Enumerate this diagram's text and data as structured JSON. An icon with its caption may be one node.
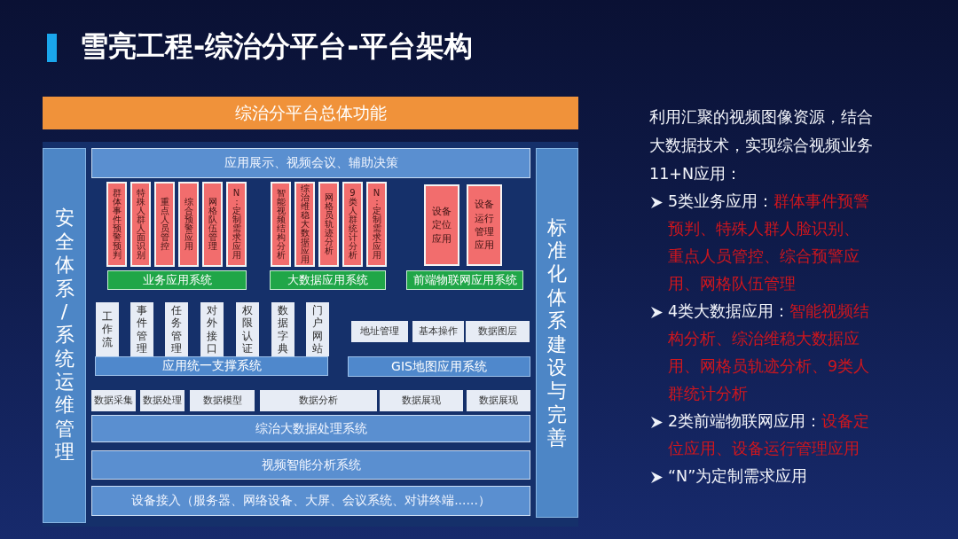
{
  "diagram": {
    "title": "雪亮工程-综治分平台-平台架构",
    "nodes": [
      {
        "text": [
          "综治分平台总体功能"
        ]
      },
      {
        "text": [
          "安全体系/系统运维管理"
        ]
      },
      {
        "text": [
          "应用展示、视频会议、辅助决策"
        ]
      },
      {
        "text": [
          "群体事件预警预判"
        ]
      },
      {
        "text": [
          "特殊人群人面识别"
        ]
      },
      {
        "text": [
          "重点人员管控"
        ]
      },
      {
        "text": [
          "综合预警应用"
        ]
      },
      {
        "text": [
          "网格队伍管理"
        ]
      },
      {
        "text": [
          "N：定制需求应用"
        ]
      },
      {
        "text": [
          "智能视频结构分析"
        ]
      },
      {
        "text": [
          "综治维稳大数据应用"
        ]
      },
      {
        "text": [
          "网格员轨迹分析"
        ]
      },
      {
        "text": [
          "9类人群统计分析"
        ]
      },
      {
        "text": [
          "N：定制需求应用"
        ]
      },
      {
        "text": [
          "设备定位应用"
        ]
      },
      {
        "text": [
          "设备运行管理应用"
        ]
      },
      {
        "text": [
          "业务应用系统"
        ]
      },
      {
        "text": [
          "大数据应用系统"
        ]
      },
      {
        "text": [
          "前端物联网应用系统"
        ]
      },
      {
        "text": [
          "工作流"
        ]
      },
      {
        "text": [
          "事件管理"
        ]
      },
      {
        "text": [
          "任务管理"
        ]
      },
      {
        "text": [
          "对外接口"
        ]
      },
      {
        "text": [
          "权限认证"
        ]
      },
      {
        "text": [
          "数据字典"
        ]
      },
      {
        "text": [
          "门户网站"
        ]
      },
      {
        "text": [
          "应用统一支撑系统"
        ]
      },
      {
        "text": [
          "地址管理"
        ]
      },
      {
        "text": [
          "基本操作"
        ]
      },
      {
        "text": [
          "数据图层"
        ]
      },
      {
        "text": [
          "GIS地图应用系统"
        ]
      },
      {
        "text": [
          "数据采集"
        ]
      },
      {
        "text": [
          "数据处理"
        ]
      },
      {
        "text": [
          "数据模型"
        ]
      },
      {
        "text": [
          "数据分析"
        ]
      },
      {
        "text": [
          "数据展现"
        ]
      },
      {
        "text": [
          "数据展现"
        ]
      },
      {
        "text": [
          "综治大数据处理系统"
        ]
      },
      {
        "text": [
          "视频智能分析系统"
        ]
      },
      {
        "text": [
          "设备接入（服务器、网络设备、大屏、会议系统、对讲终端......）"
        ]
      },
      {
        "text": [
          "标准化体系建设与完善"
        ]
      }
    ],
    "labels": [
      "利用汇聚的视频图像资源，结合大数据技术，实现综合视频业务11+N应用：",
      "5类业务应用：",
      "群体事件预警预判、特殊人群人脸识别、重点人员管控、综合预警应用、网格队伍管理",
      "4类大数据应用：",
      "智能视频结构分析、综治维稳大数据应用、网格员轨迹分析、9类人群统计分析",
      "2类前端物联网应用：",
      "设备定位应用、设备运行管理应用",
      "“N”为定制需求应用"
    ]
  }
}
